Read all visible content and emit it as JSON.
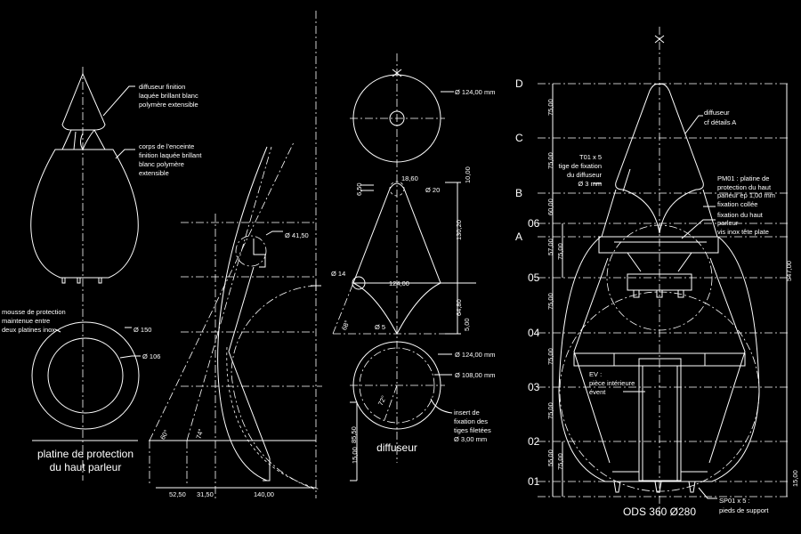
{
  "colors": {
    "background": "#000000",
    "lines": "#ffffff"
  },
  "left": {
    "diffuser_note": [
      "diffuseur finition",
      "laquée brillant blanc",
      "polymère extensible"
    ],
    "body_note": [
      "corps de l'enceinte",
      "finition laquée brillant",
      "blanc polymère",
      "extensible"
    ],
    "foam_note": [
      "mousse de protection",
      "maintenue entre",
      "deux platines inox"
    ],
    "dia_outer": "Ø 150",
    "dia_inner": "Ø 106",
    "caption": [
      "platine de protection",
      "du haut parleur"
    ]
  },
  "profile": {
    "dia": "Ø 41,50",
    "angle1": "60°",
    "angle2": "74°",
    "dims": [
      "52,50",
      "31,50",
      "140,00"
    ]
  },
  "diffuser": {
    "top_dia": "Ø 124,00 mm",
    "d18": "18,60",
    "d20": "Ø 20",
    "d650": "6,50",
    "d14": "Ø 14",
    "w124": "124,00",
    "d5": "Ø 5",
    "angle": "68°",
    "right_dims": [
      "10,00",
      "130,20",
      "64,80",
      "5,00"
    ],
    "bottom_dia1": "Ø 124,00 mm",
    "bottom_dia2": "Ø 108,00 mm",
    "angle2": "72°",
    "insert_note": [
      "insert de",
      "fixation des",
      "tiges filetées",
      "Ø 3,00 mm"
    ],
    "dims_left": [
      "85,50",
      "15,00"
    ],
    "caption": "diffuseur"
  },
  "section": {
    "levels": [
      "D",
      "C",
      "B",
      "06",
      "A",
      "05",
      "04",
      "03",
      "02",
      "01"
    ],
    "dims_left": [
      "75,00",
      "75,00",
      "60,00",
      "57,00",
      "75,00",
      "75,00",
      "75,00",
      "75,00",
      "55,00",
      "75,00"
    ],
    "total": "547,00",
    "foot": "15,00",
    "diffuser_note": [
      "diffuseur",
      "cf détails A"
    ],
    "rod_note": [
      "T01 x 5",
      "tige de fixation",
      "du diffuseur",
      "Ø 3 mm"
    ],
    "plate_note": [
      "PM01 : platine de",
      "protection du haut",
      "parleur ep 1,00 mm",
      "fixation collée",
      "fixation du haut",
      "parleur",
      "vis inox tête plate"
    ],
    "vent_note": [
      "EV :",
      "pièce intérieure",
      "évent"
    ],
    "feet_note": [
      "SP01 x 5 :",
      "pieds de support"
    ],
    "title": "ODS 360 Ø280"
  }
}
